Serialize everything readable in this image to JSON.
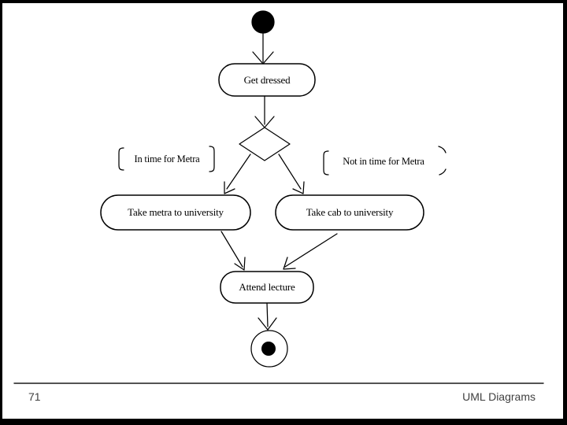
{
  "diagram": {
    "activities": {
      "get_dressed": "Get dressed",
      "take_metra": "Take metra to university",
      "take_cab": "Take cab to university",
      "attend_lecture": "Attend lecture"
    },
    "guards": {
      "in_time": "In time for Metra",
      "not_in_time": "Not in time for Metra"
    },
    "colors": {
      "stroke": "#000000",
      "background": "#ffffff",
      "footer_text": "#404040"
    }
  },
  "footer": {
    "page_number": "71",
    "title": "UML Diagrams"
  }
}
